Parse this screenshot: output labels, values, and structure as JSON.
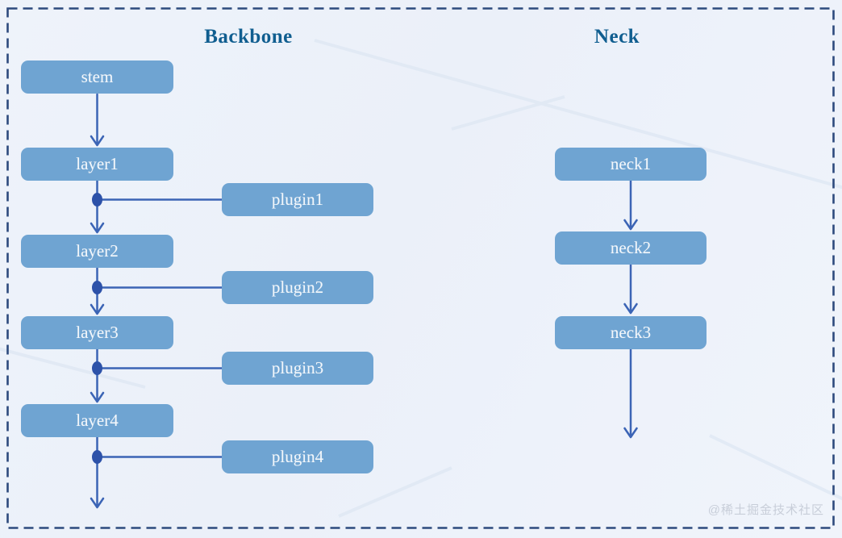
{
  "backbone": {
    "title": "Backbone",
    "stem": {
      "label": "stem"
    },
    "layers": [
      {
        "label": "layer1"
      },
      {
        "label": "layer2"
      },
      {
        "label": "layer3"
      },
      {
        "label": "layer4"
      }
    ],
    "plugins": [
      {
        "label": "plugin1"
      },
      {
        "label": "plugin2"
      },
      {
        "label": "plugin3"
      },
      {
        "label": "plugin4"
      }
    ]
  },
  "neck": {
    "title": "Neck",
    "nodes": [
      {
        "label": "neck1"
      },
      {
        "label": "neck2"
      },
      {
        "label": "neck3"
      }
    ]
  },
  "watermark": "@稀土掘金技术社区",
  "colors": {
    "background": "#eef2f9",
    "node_fill": "#6fa4d2",
    "node_text": "#f3f7fb",
    "connector": "#3b64b5",
    "junction_dot": "#2d52a9",
    "title_text": "#105e90",
    "dashed_border": "#2d4a7d",
    "watermark_text": "#c8ced9"
  }
}
